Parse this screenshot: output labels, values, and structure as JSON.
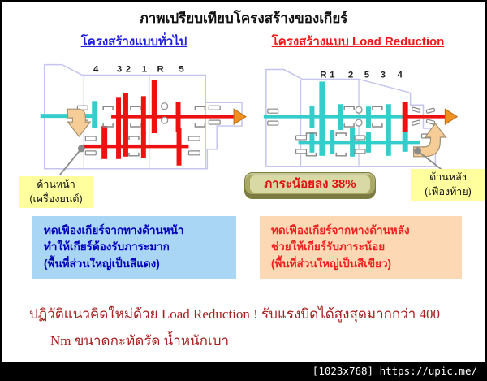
{
  "title": "ภาพเปรียบเทียบโครงสร้างของเกียร์",
  "left_section": {
    "heading": "โครงสร้างแบบทั่วไป",
    "gear_labels": [
      "4",
      "3",
      "2",
      "1",
      "R",
      "5"
    ],
    "front_label": {
      "line1": "ด้านหน้า",
      "line2": "(เครื่องยนต์)"
    },
    "note": {
      "line1": "ทดเฟืองเกียร์จากทางด้านหน้า",
      "line2": "ทำให้เกียร์ต้องรับภาระมาก",
      "line3": "(พื้นที่ส่วนใหญ่เป็นสีแดง)"
    }
  },
  "right_section": {
    "heading": "โครงสร้างแบบ Load Reduction",
    "gear_labels": [
      "R",
      "1",
      "2",
      "5",
      "3",
      "4"
    ],
    "rear_label": {
      "line1": "ด้านหลัง",
      "line2": "(เฟืองท้าย)"
    },
    "badge": "ภาระน้อยลง 38%",
    "note": {
      "line1": "ทดเฟืองเกียร์จากทางด้านหลัง",
      "line2": "ช่วยให้เกียร์รับภาระน้อย",
      "line3": "(พื้นที่ส่วนใหญ่เป็นสีเขียว)"
    }
  },
  "bottom_text": {
    "line1": "ปฏิวัติแนวคิดใหม่ด้วย Load Reduction ! รับแรงบิดได้สูงสุดมากกว่า 400",
    "line2": "Nm ขนาดกะทัดรัด น้ำหนักเบา"
  },
  "footer": {
    "watermark": "[1023x768] https://upic.me/"
  },
  "colors": {
    "conventional_heading": "#2020dd",
    "load_reduction_heading": "#f01818",
    "shaft_cyan": "#35cccc",
    "load_red": "#ee1111",
    "housing_outline": "#c4c4ee",
    "flow_arrow_tan": "#f6cd96",
    "output_arrow_orange": "#f09020",
    "label_yellow": "#ffff9e",
    "badge_olive": "#a9a965",
    "badge_inner": "#d9d9a6",
    "note_blue_bg": "#a9d6f5",
    "note_blue_text": "#0000bb",
    "note_orange_bg": "#fcd9b4",
    "note_orange_text": "#ef2020",
    "bottom_text_red": "#a82020"
  }
}
